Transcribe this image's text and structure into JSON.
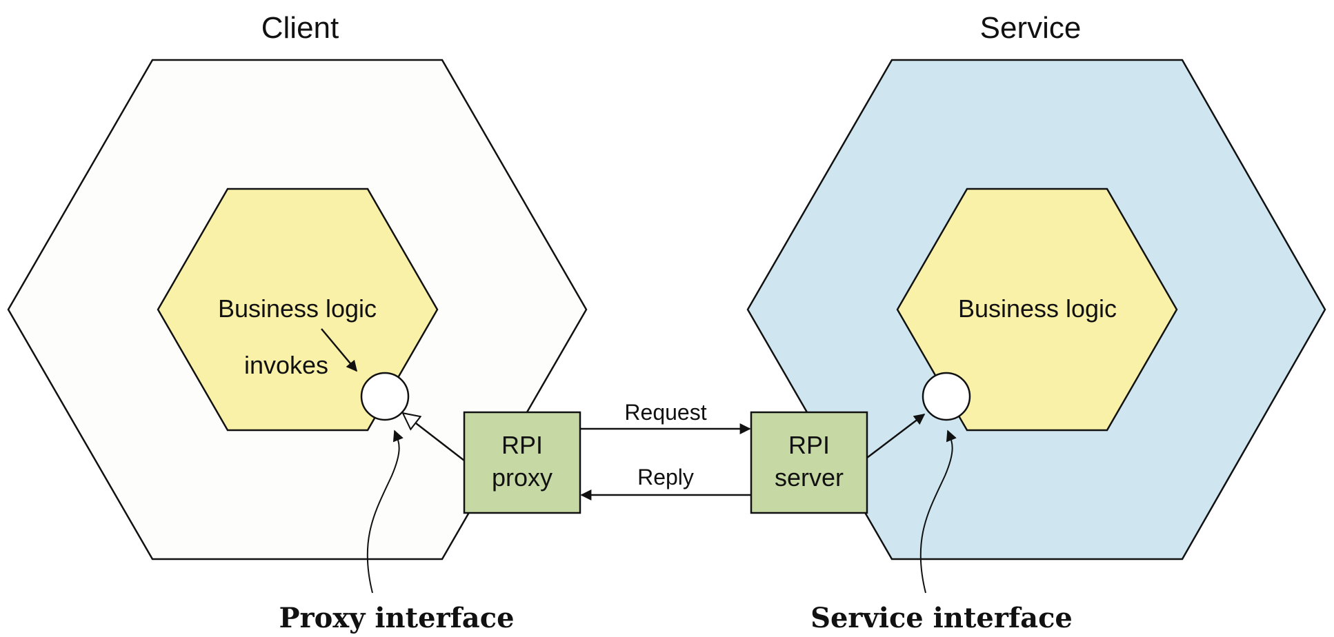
{
  "client": {
    "title": "Client",
    "business_logic": "Business logic",
    "invokes": "invokes"
  },
  "service": {
    "title": "Service",
    "business_logic": "Business logic"
  },
  "rpi_proxy": {
    "line1": "RPI",
    "line2": "proxy"
  },
  "rpi_server": {
    "line1": "RPI",
    "line2": "server"
  },
  "arrows": {
    "request": "Request",
    "reply": "Reply"
  },
  "callouts": {
    "proxy_interface": "Proxy interface",
    "service_interface": "Service interface"
  },
  "colors": {
    "client_fill": "#fdfdfb",
    "service_fill": "#cfe6f0",
    "business_fill": "#f9f1a8",
    "rpi_fill": "#c6d9a4",
    "stroke": "#111111"
  }
}
